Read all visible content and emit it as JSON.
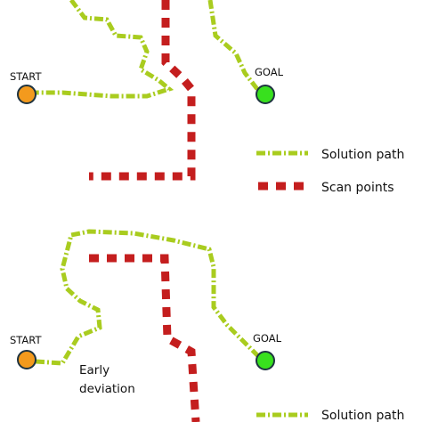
{
  "colors": {
    "solution_path": "#a9cc1f",
    "scan_points": "#c41e1e",
    "start_node": "#f39a1d",
    "goal_node": "#38e01e",
    "node_stroke": "#1e3340",
    "text": "#111111"
  },
  "legend": {
    "solution_path_label": "Solution path",
    "scan_points_label": "Scan points"
  },
  "panels": [
    {
      "start_label": "START",
      "goal_label": "GOAL"
    },
    {
      "start_label": "START",
      "goal_label": "GOAL",
      "annotation_line1": "Early",
      "annotation_line2": "deviation"
    }
  ],
  "bottom_legend": {
    "solution_path_label": "Solution path"
  }
}
